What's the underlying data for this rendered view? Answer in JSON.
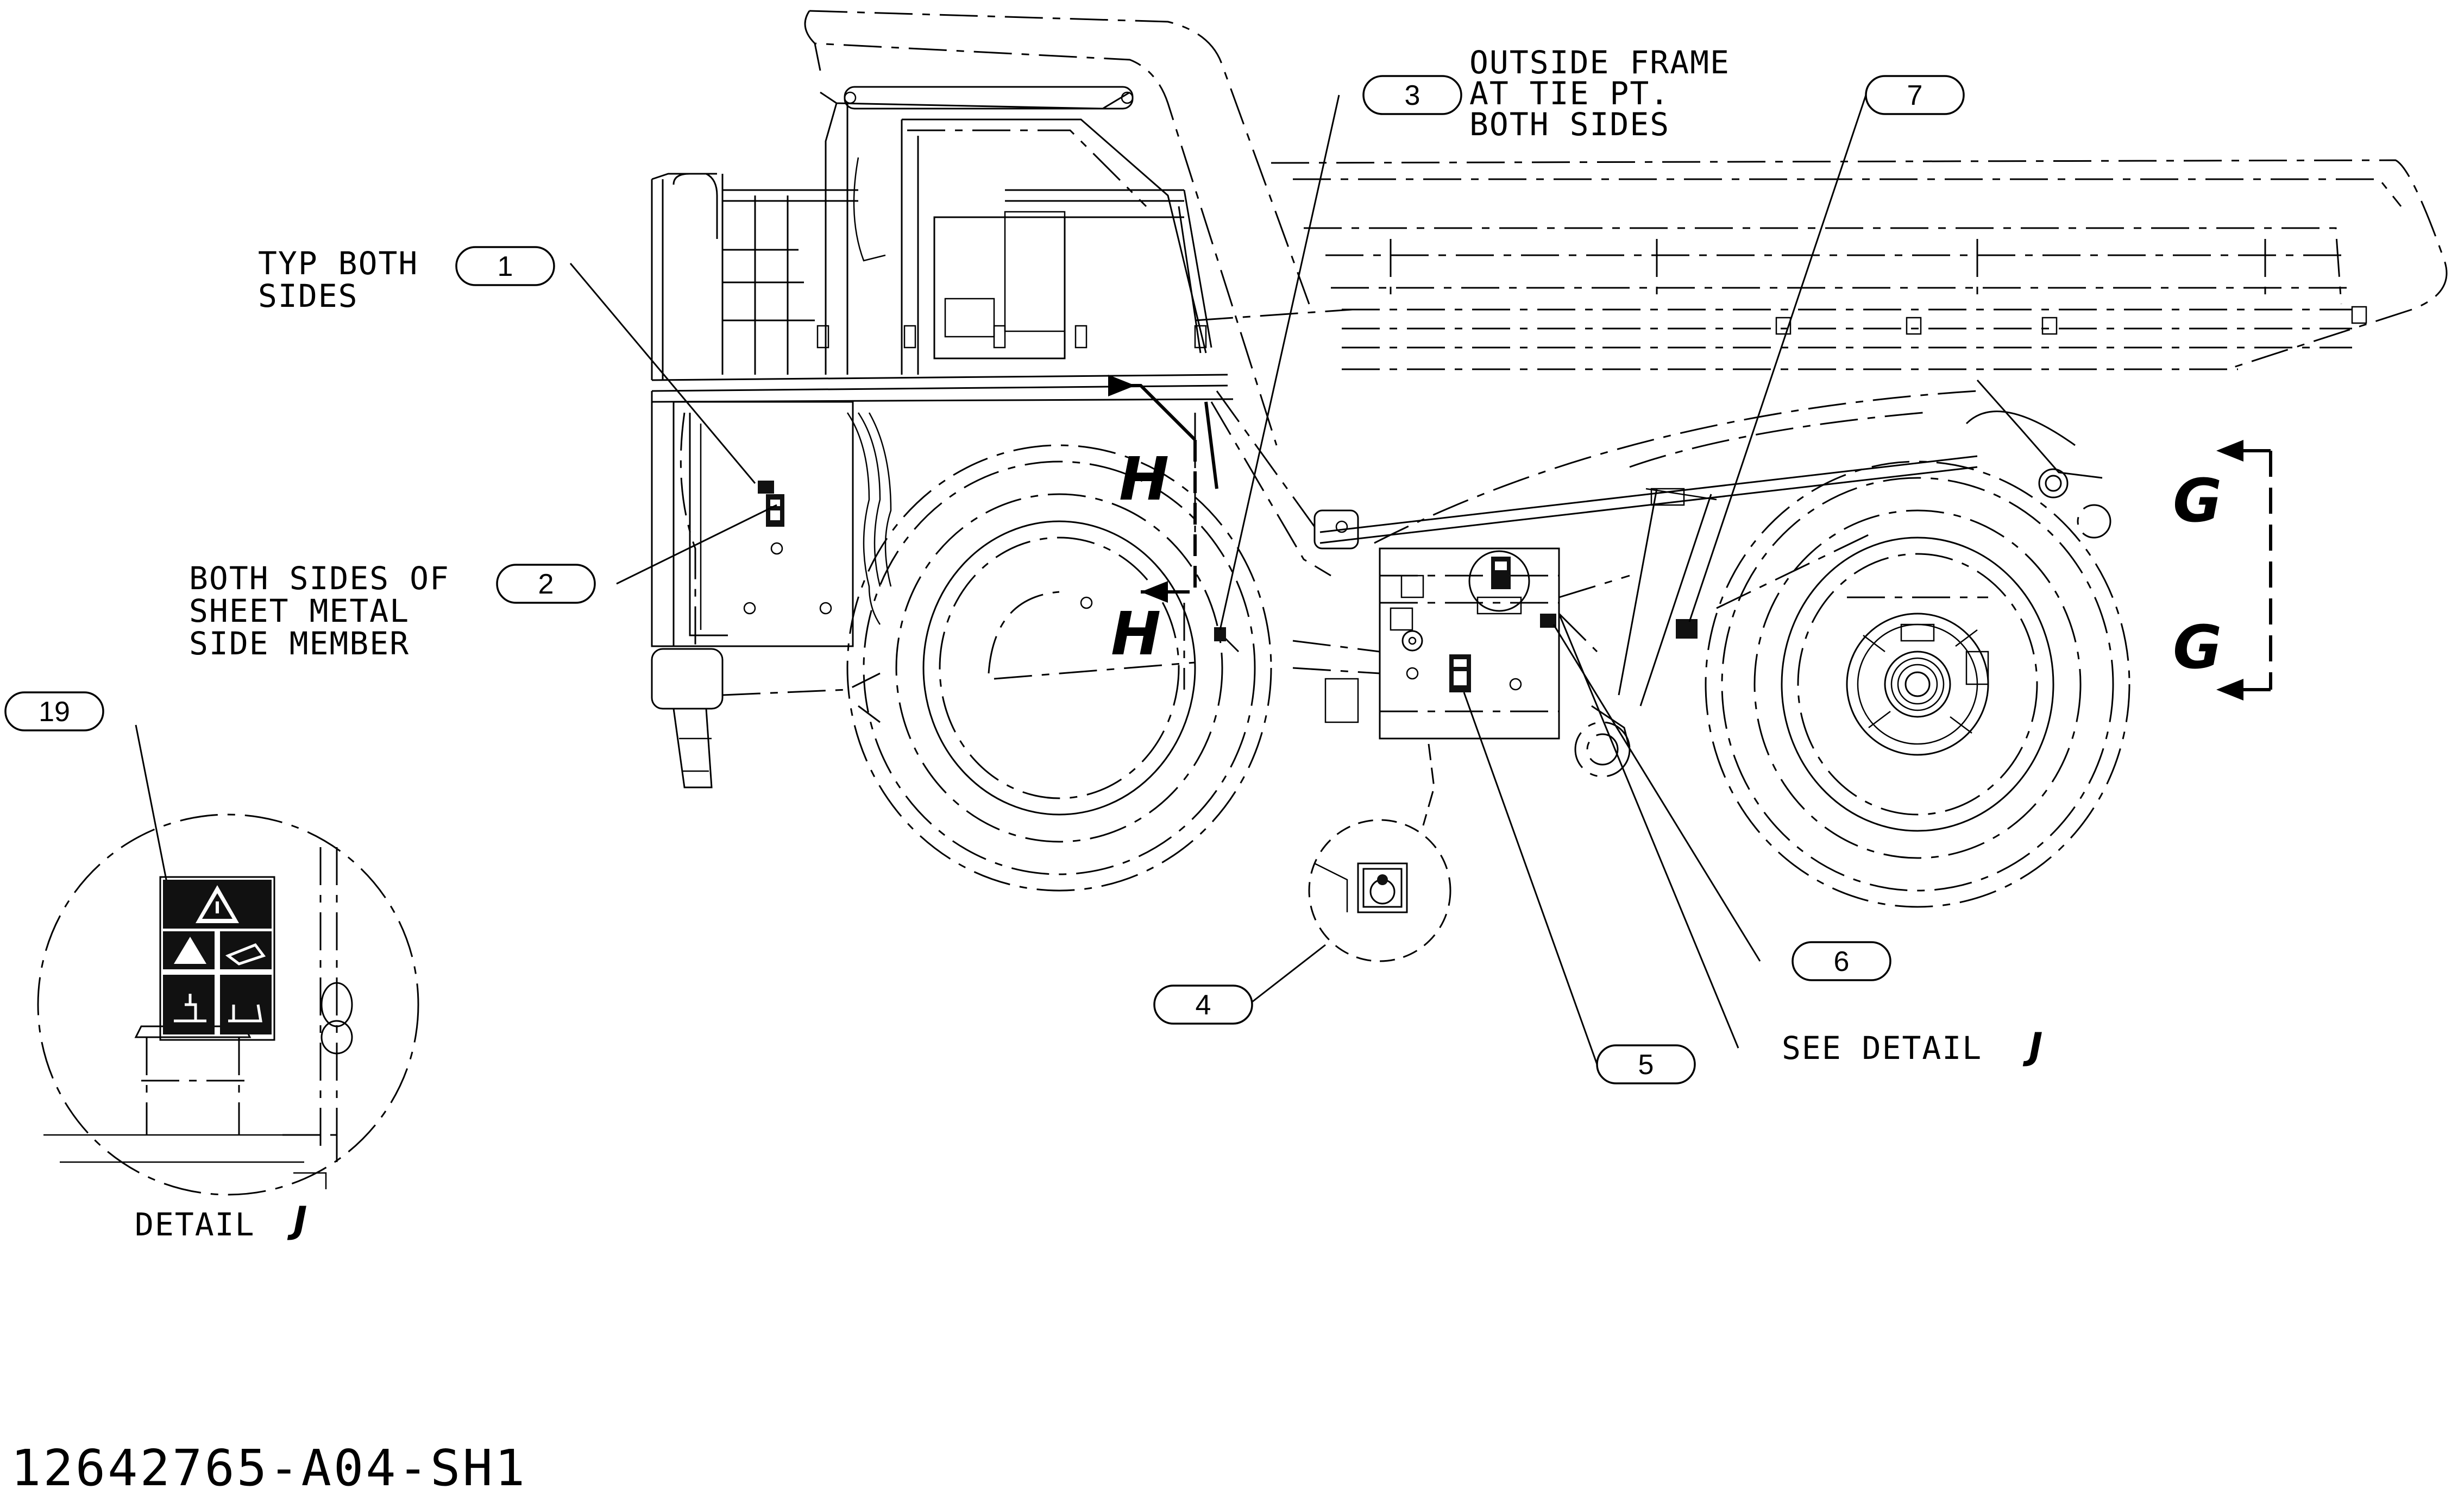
{
  "balloons": [
    {
      "id": "1",
      "text": "1"
    },
    {
      "id": "2",
      "text": "2"
    },
    {
      "id": "3",
      "text": "3"
    },
    {
      "id": "4",
      "text": "4"
    },
    {
      "id": "5",
      "text": "5"
    },
    {
      "id": "6",
      "text": "6"
    },
    {
      "id": "7",
      "text": "7"
    },
    {
      "id": "19",
      "text": "19"
    }
  ],
  "notes": {
    "typ_both_sides": [
      "TYP BOTH",
      "SIDES"
    ],
    "both_sides_sheet_metal": [
      "BOTH SIDES OF",
      "SHEET METAL",
      "SIDE MEMBER"
    ],
    "outside_frame": [
      "OUTSIDE FRAME",
      "AT TIE PT.",
      "BOTH SIDES"
    ],
    "see_detail": "SEE DETAIL",
    "detail": "DETAIL"
  },
  "view_markers": {
    "h": "H",
    "g": "G",
    "j": "J"
  },
  "document_number": "12642765-A04-SH1"
}
